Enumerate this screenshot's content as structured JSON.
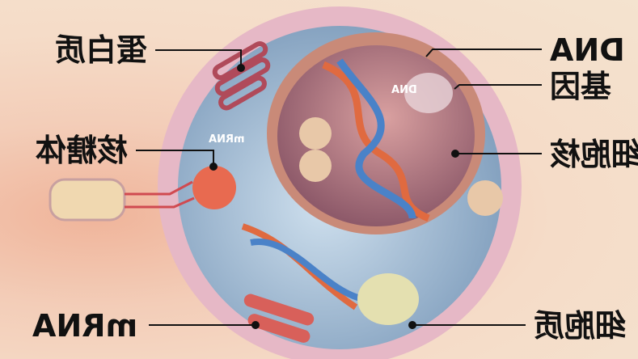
{
  "labels": {
    "protein": "蛋白质",
    "ribosome": "核糖体",
    "mrna_outer": "mRNA",
    "dna_outer": "DNA",
    "gene": "基因",
    "nucleus": "细胞核",
    "cytoplasm": "细胞质",
    "dna_inner": "DNA",
    "mrna_inner": "mRNA"
  },
  "text_mirrored": true,
  "colors": {
    "background": "#f4dcc8",
    "cytoplasm": "#a9c6de",
    "nucleus": "#b8797a",
    "membrane": "#e8b4c0"
  }
}
